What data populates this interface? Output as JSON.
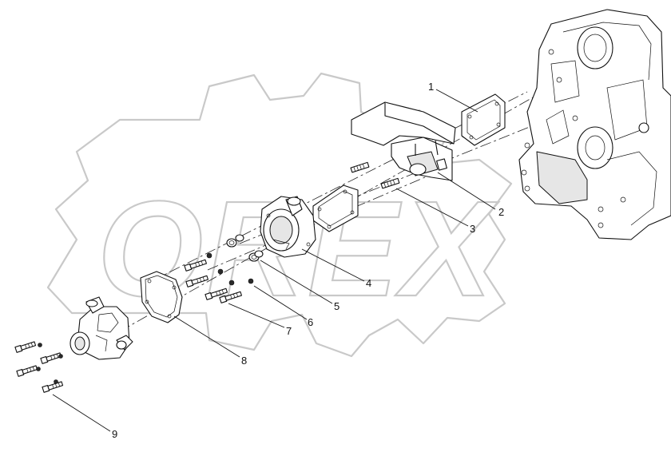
{
  "watermark": {
    "text": "OREX",
    "color": "#c9c9c9"
  },
  "callouts": [
    {
      "id": "1",
      "label": "1"
    },
    {
      "id": "2",
      "label": "2"
    },
    {
      "id": "3",
      "label": "3"
    },
    {
      "id": "4",
      "label": "4"
    },
    {
      "id": "5",
      "label": "5"
    },
    {
      "id": "6",
      "label": "6"
    },
    {
      "id": "7",
      "label": "7"
    },
    {
      "id": "8",
      "label": "8"
    },
    {
      "id": "9",
      "label": "9"
    }
  ]
}
